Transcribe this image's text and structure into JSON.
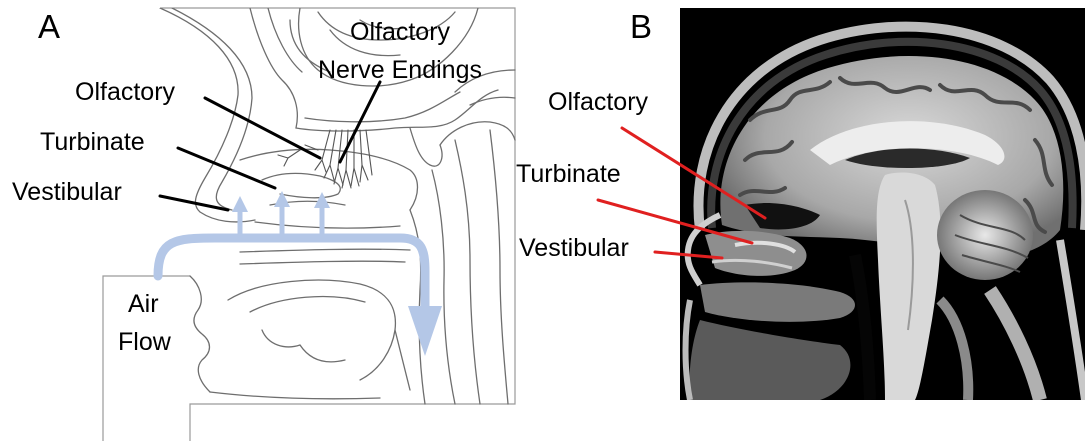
{
  "panel_a": {
    "letter": "A",
    "labels": {
      "olfactory_nerve_line1": "Olfactory",
      "olfactory_nerve_line2": "Nerve Endings",
      "olfactory": "Olfactory",
      "turbinate": "Turbinate",
      "vestibular": "Vestibular",
      "air": "Air",
      "flow": "Flow"
    },
    "colors": {
      "airflow_arrow": "#b4c7e7",
      "leader_line": "#000000",
      "anatomy_outline": "#6e6e6e"
    }
  },
  "panel_b": {
    "letter": "B",
    "labels": {
      "olfactory": "Olfactory",
      "turbinate": "Turbinate",
      "vestibular": "Vestibular"
    },
    "colors": {
      "leader_line": "#e02020",
      "background": "#000000"
    }
  }
}
